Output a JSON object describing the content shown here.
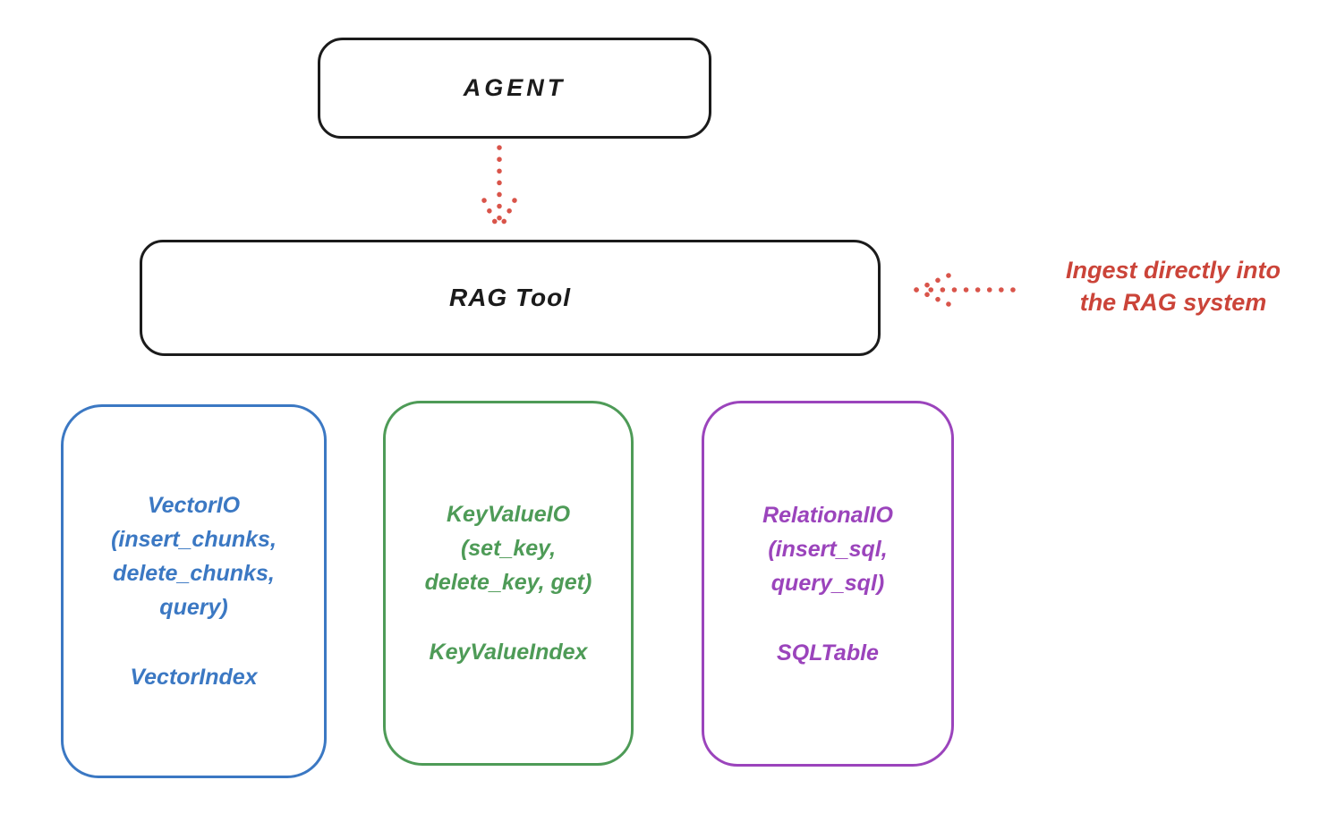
{
  "agent_box": {
    "label": "AGENT"
  },
  "rag_tool_box": {
    "label": "RAG Tool"
  },
  "annotation": {
    "line1": "Ingest directly into",
    "line2": "the RAG system"
  },
  "vector_box": {
    "line1": "VectorIO",
    "line2": "(insert_chunks,",
    "line3": "delete_chunks,",
    "line4": "query)",
    "index_label": "VectorIndex"
  },
  "keyvalue_box": {
    "line1": "KeyValueIO",
    "line2": "(set_key,",
    "line3": "delete_key, get)",
    "index_label": "KeyValueIndex"
  },
  "relational_box": {
    "line1": "RelationalIO",
    "line2": "(insert_sql,",
    "line3": "query_sql)",
    "index_label": "SQLTable"
  },
  "icons": {
    "agent_to_rag_arrow": "dotted-arrow-down",
    "ingest_arrow": "dotted-arrow-left"
  },
  "colors": {
    "outline_black": "#1b1b1b",
    "vector_blue": "#3b78c3",
    "keyvalue_green": "#4e9b57",
    "relational_purple": "#9b44bc",
    "annotation_red": "#cb4439",
    "background": "#ffffff"
  }
}
